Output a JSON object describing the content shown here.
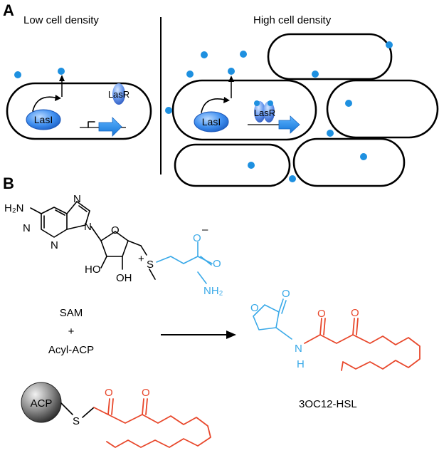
{
  "panels": {
    "a": {
      "label": "A",
      "low_title": "Low cell density",
      "high_title": "High cell density",
      "lasi": "LasI",
      "lasr": "LasR"
    },
    "b": {
      "label": "B",
      "sam_atoms": {
        "h2n": "H₂N",
        "n": "N",
        "o_ring": "O",
        "s": "S",
        "plus": "+",
        "ho": "HO",
        "oh": "OH",
        "minus": "–",
        "o_carb": "O",
        "o_carb2": "O",
        "nh2": "NH₂"
      },
      "reaction": {
        "sam": "SAM",
        "plus": "+",
        "acyl_acp": "Acyl-ACP"
      },
      "hsl_atoms": {
        "o_ring": "O",
        "o_keto": "O",
        "nh_n": "N",
        "nh_h": "H",
        "o_amide": "O",
        "o_3oxo": "O"
      },
      "product_name": "3OC12-HSL",
      "acp": {
        "label": "ACP",
        "s": "S",
        "o1": "O",
        "o2": "O"
      }
    }
  },
  "colors": {
    "signal": "#1e90e0",
    "sam_highlight": "#39a9e8",
    "acyl_chain": "#e8472b"
  }
}
